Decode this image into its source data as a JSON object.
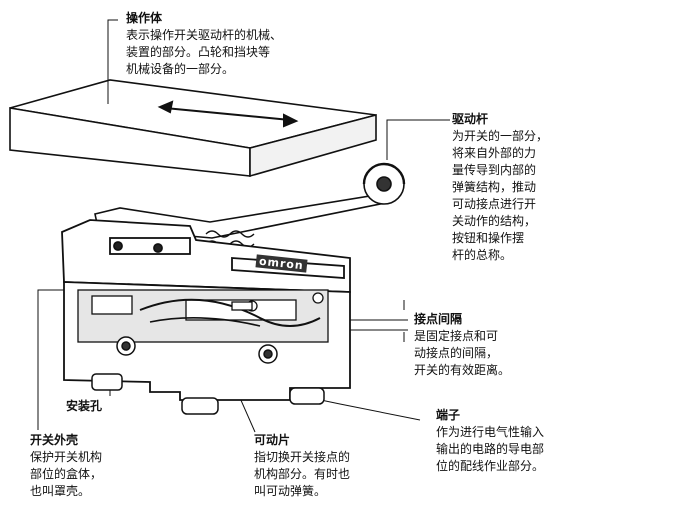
{
  "annotations": {
    "actuator": {
      "title": "操作体",
      "lines": [
        "表示操作开关驱动杆的机械、",
        "装置的部分。凸轮和挡块等",
        "机械设备的一部分。"
      ]
    },
    "lever": {
      "title": "驱动杆",
      "lines": [
        "为开关的一部分，",
        "将来自外部的力",
        "量传导到内部的",
        "弹簧结构，推动",
        "可动接点进行开",
        "关动作的结构，",
        "按钮和操作摆",
        "杆的总称。"
      ]
    },
    "contact_gap": {
      "title": "接点间隔",
      "lines": [
        "是固定接点和可",
        "动接点的间隔，",
        "开关的有效距离。"
      ]
    },
    "terminal": {
      "title": "端子",
      "lines": [
        "作为进行电气性输入",
        "输出的电路的导电部",
        "位的配线作业部分。"
      ]
    },
    "mounting_hole": {
      "title": "安装孔"
    },
    "movable_spring": {
      "title": "可动片",
      "lines": [
        "指切换开关接点的",
        "机构部分。有时也",
        "叫可动弹簧。"
      ]
    },
    "housing": {
      "title": "开关外壳",
      "lines": [
        "保护开关机构",
        "部位的盒体，",
        "也叫罩壳。"
      ]
    }
  },
  "brand_mark": "omron",
  "colors": {
    "ink": "#111111",
    "paper": "#ffffff",
    "shade": "#d9d9d9"
  }
}
